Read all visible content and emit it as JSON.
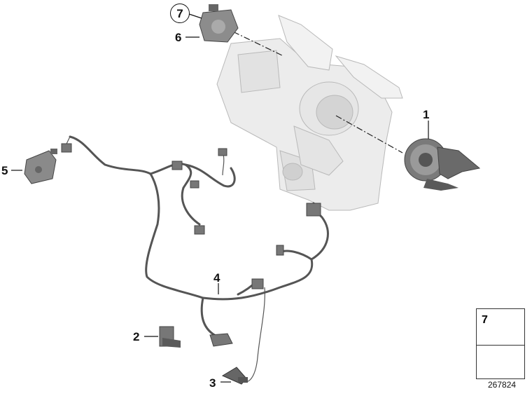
{
  "callouts": {
    "c1": "1",
    "c2": "2",
    "c3": "3",
    "c4": "4",
    "c5": "5",
    "c6": "6",
    "c7": "7"
  },
  "legend": {
    "part_number": "7"
  },
  "diagram_id": "267824",
  "colors": {
    "part_fill": "#dcdcdc",
    "part_stroke": "#8a8a8a",
    "dark_part": "#6e6e6e",
    "housing_fill": "#ececec",
    "cable": "#555555",
    "leader": "#111111"
  },
  "icons": {
    "legend_arrow": "arrow-icon",
    "legend_clip": "clip-icon"
  }
}
